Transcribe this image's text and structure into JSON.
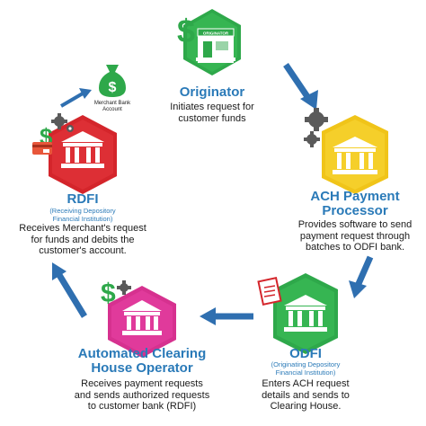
{
  "nodes": {
    "originator": {
      "title": "Originator",
      "description_lines": [
        "Initiates request for",
        "customer funds"
      ],
      "store_sign": "ORIGINATOR",
      "color": "#2ea84a"
    },
    "ach_processor": {
      "title_lines": [
        "ACH Payment",
        "Processor"
      ],
      "description_lines": [
        "Provides software to send",
        "payment request through",
        "batches to ODFI bank."
      ],
      "color": "#f0c419"
    },
    "odfi": {
      "title": "ODFI",
      "subtitle_lines": [
        "(Originating Depository",
        "Financial Institution)"
      ],
      "description_lines": [
        "Enters ACH request",
        "details and sends to",
        "Clearing House."
      ],
      "color": "#2ea84a"
    },
    "clearing_house": {
      "title_lines": [
        "Automated Clearing",
        "House Operator"
      ],
      "description_lines": [
        "Receives payment requests",
        "and sends authorized requests",
        "to customer bank (RDFI)"
      ],
      "color": "#d6318f"
    },
    "rdfi": {
      "title": "RDFI",
      "subtitle_lines": [
        "(Receiving Depository",
        "Financial Institution)"
      ],
      "description_lines": [
        "Receives Merchant's request",
        "for funds and debits the",
        "customer's account."
      ],
      "color": "#d4252b"
    }
  },
  "merchant_account": {
    "label_lines": [
      "Merchant Bank",
      "Account"
    ]
  },
  "colors": {
    "title_blue": "#2a7ab8",
    "arrow_blue": "#2f6fb0",
    "dollar_green": "#2ea84a",
    "gear_grey": "#5a5a5a"
  },
  "icons": [
    "dollar-icon",
    "storefront-icon",
    "gear-icon",
    "bank-building-icon",
    "money-bag-icon",
    "credit-card-icon",
    "document-icon"
  ]
}
